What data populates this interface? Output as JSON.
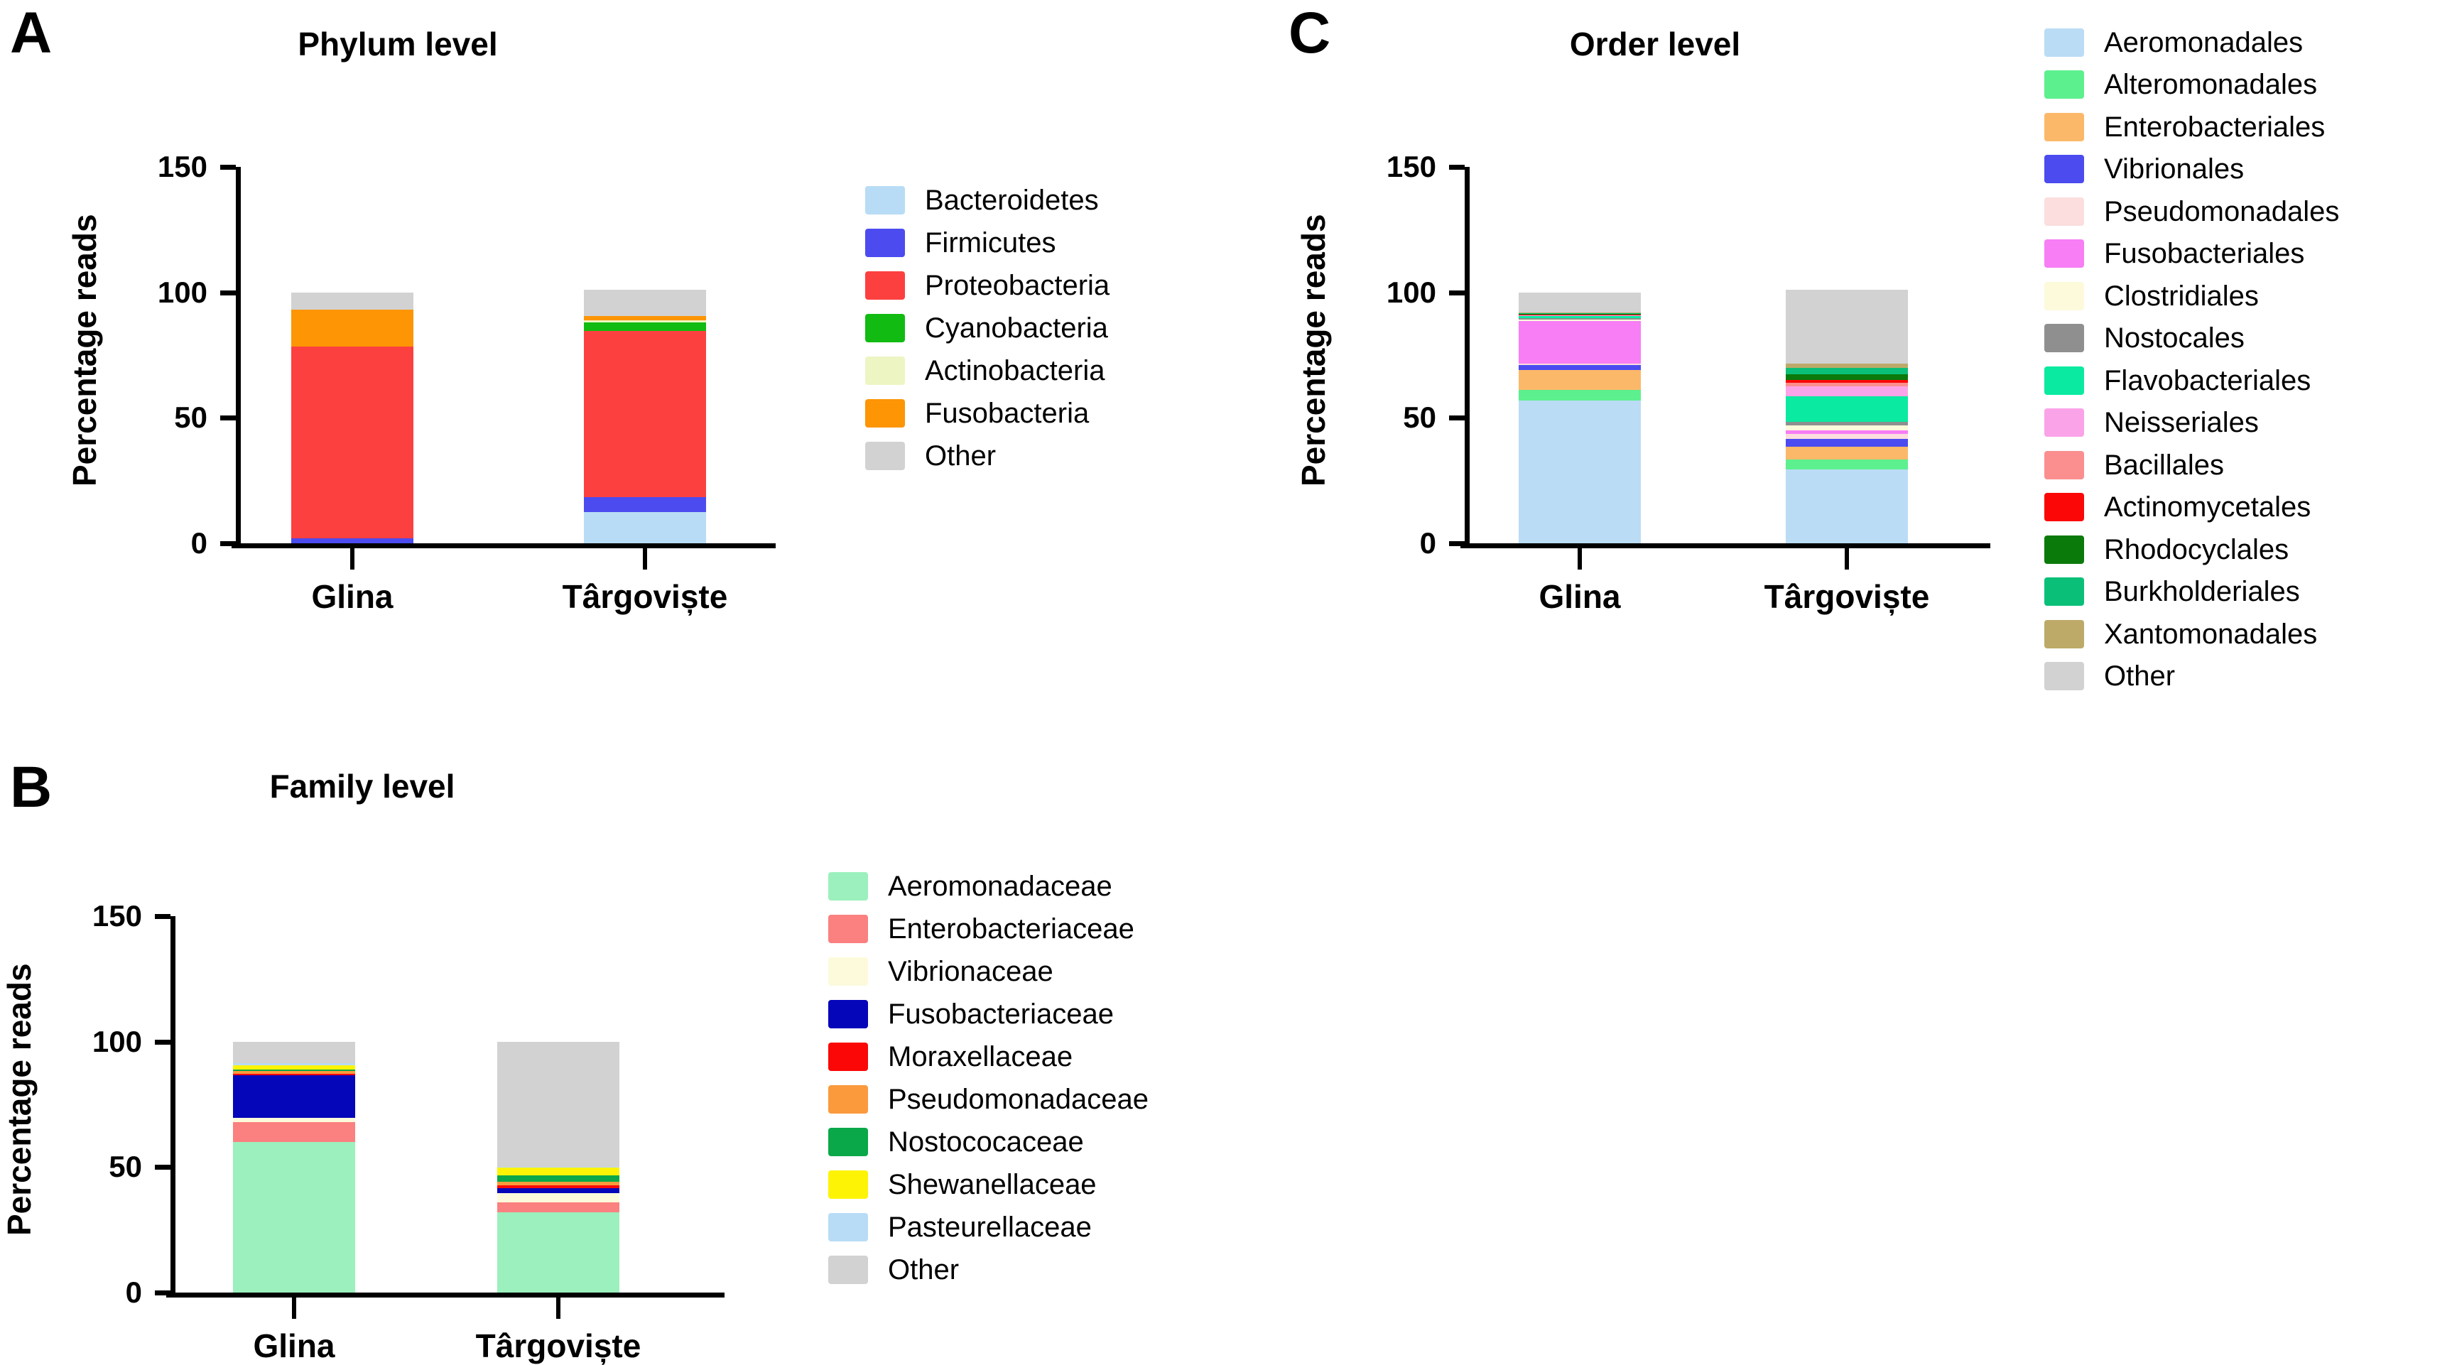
{
  "figure": {
    "axis_label": "Percentage reads",
    "categories": [
      "Glina",
      "Târgoviște"
    ],
    "y_ticks": [
      "0",
      "50",
      "100",
      "150"
    ],
    "ylim": [
      0,
      150
    ]
  },
  "panels": [
    {
      "letter": "A",
      "title": "Phylum level",
      "legend": [
        {
          "label": "Bacteroidetes",
          "color": "#b8dcf5"
        },
        {
          "label": "Firmicutes",
          "color": "#4b4bf0"
        },
        {
          "label": "Proteobacteria",
          "color": "#fc4040"
        },
        {
          "label": "Cyanobacteria",
          "color": "#11bb11"
        },
        {
          "label": "Actinobacteria",
          "color": "#edf5c2"
        },
        {
          "label": "Fusobacteria",
          "color": "#fd9504"
        },
        {
          "label": "Other",
          "color": "#d2d2d2"
        }
      ]
    },
    {
      "letter": "B",
      "title": "Family level",
      "legend": [
        {
          "label": "Aeromonadaceae",
          "color": "#9cf0bd"
        },
        {
          "label": "Enterobacteriaceae",
          "color": "#fb8080"
        },
        {
          "label": "Vibrionaceae",
          "color": "#fcfadb"
        },
        {
          "label": "Fusobacteriaceae",
          "color": "#0505ba"
        },
        {
          "label": "Moraxellaceae",
          "color": "#fb0707"
        },
        {
          "label": "Pseudomonadaceae",
          "color": "#fb9a3c"
        },
        {
          "label": "Nostococaceae",
          "color": "#0aa848"
        },
        {
          "label": "Shewanellaceae",
          "color": "#fcf404"
        },
        {
          "label": "Pasteurellaceae",
          "color": "#b8dcf5"
        },
        {
          "label": "Other",
          "color": "#d2d2d2"
        }
      ]
    },
    {
      "letter": "C",
      "title": "Order level",
      "legend": [
        {
          "label": "Aeromonadales",
          "color": "#bbdcf5"
        },
        {
          "label": "Alteromonadales",
          "color": "#5cf08f"
        },
        {
          "label": "Enterobacteriales",
          "color": "#fcb869"
        },
        {
          "label": "Vibrionales",
          "color": "#4b4bf0"
        },
        {
          "label": "Pseudomonadales",
          "color": "#fcdede"
        },
        {
          "label": "Fusobacteriales",
          "color": "#f77ef5"
        },
        {
          "label": "Clostridiales",
          "color": "#fcfadb"
        },
        {
          "label": "Nostocales",
          "color": "#8f8f8f"
        },
        {
          "label": "Flavobacteriales",
          "color": "#0aeaa0"
        },
        {
          "label": "Neisseriales",
          "color": "#fba3e8"
        },
        {
          "label": "Bacillales",
          "color": "#fb8f8f"
        },
        {
          "label": "Actinomycetales",
          "color": "#fb0707"
        },
        {
          "label": "Rhodocyclales",
          "color": "#0a7a0a"
        },
        {
          "label": "Burkholderiales",
          "color": "#0ac078"
        },
        {
          "label": "Xantomonadales",
          "color": "#bdaa69"
        },
        {
          "label": "Other",
          "color": "#d2d2d2"
        }
      ]
    }
  ],
  "chart_data": [
    {
      "type": "bar",
      "title": "Phylum level",
      "xlabel": "",
      "ylabel": "Percentage reads",
      "ylim": [
        0,
        150
      ],
      "yticks": [
        0,
        50,
        100,
        150
      ],
      "stacked": true,
      "categories": [
        "Glina",
        "Târgoviște"
      ],
      "series": [
        {
          "name": "Bacteroidetes",
          "color": "#b8dcf5",
          "values": [
            0.0,
            12.5
          ]
        },
        {
          "name": "Firmicutes",
          "color": "#4b4bf0",
          "values": [
            2.0,
            6.0
          ]
        },
        {
          "name": "Proteobacteria",
          "color": "#fc4040",
          "values": [
            76.5,
            66.0
          ]
        },
        {
          "name": "Cyanobacteria",
          "color": "#11bb11",
          "values": [
            0.0,
            3.5
          ]
        },
        {
          "name": "Actinobacteria",
          "color": "#edf5c2",
          "values": [
            0.0,
            1.0
          ]
        },
        {
          "name": "Fusobacteria",
          "color": "#fd9504",
          "values": [
            14.5,
            1.5
          ]
        },
        {
          "name": "Other",
          "color": "#d2d2d2",
          "values": [
            7.0,
            10.5
          ]
        }
      ],
      "totals": [
        100,
        101
      ]
    },
    {
      "type": "bar",
      "title": "Family level",
      "xlabel": "",
      "ylabel": "Percentage reads",
      "ylim": [
        0,
        150
      ],
      "yticks": [
        0,
        50,
        100,
        150
      ],
      "stacked": true,
      "categories": [
        "Glina",
        "Târgoviște"
      ],
      "series": [
        {
          "name": "Aeromonadaceae",
          "color": "#9cf0bd",
          "values": [
            60.0,
            32.0
          ]
        },
        {
          "name": "Enterobacteriaceae",
          "color": "#fb8080",
          "values": [
            8.0,
            4.0
          ]
        },
        {
          "name": "Vibrionaceae",
          "color": "#fcfadb",
          "values": [
            1.5,
            3.5
          ]
        },
        {
          "name": "Fusobacteriaceae",
          "color": "#0505ba",
          "values": [
            17.0,
            2.0
          ]
        },
        {
          "name": "Moraxellaceae",
          "color": "#fb0707",
          "values": [
            0.8,
            1.2
          ]
        },
        {
          "name": "Pseudomonadaceae",
          "color": "#fb9a3c",
          "values": [
            1.0,
            1.5
          ]
        },
        {
          "name": "Nostococaceae",
          "color": "#0aa848",
          "values": [
            0.5,
            2.5
          ]
        },
        {
          "name": "Shewanellaceae",
          "color": "#fcf404",
          "values": [
            1.7,
            3.0
          ]
        },
        {
          "name": "Pasteurellaceae",
          "color": "#b8dcf5",
          "values": [
            1.0,
            0.3
          ]
        },
        {
          "name": "Other",
          "color": "#d2d2d2",
          "values": [
            8.5,
            50.0
          ]
        }
      ],
      "totals": [
        100,
        100
      ]
    },
    {
      "type": "bar",
      "title": "Order level",
      "xlabel": "",
      "ylabel": "Percentage reads",
      "ylim": [
        0,
        150
      ],
      "yticks": [
        0,
        50,
        100,
        150
      ],
      "stacked": true,
      "categories": [
        "Glina",
        "Târgoviște"
      ],
      "series": [
        {
          "name": "Aeromonadales",
          "color": "#bbdcf5",
          "values": [
            57.0,
            29.5
          ]
        },
        {
          "name": "Alteromonadales",
          "color": "#5cf08f",
          "values": [
            4.0,
            4.0
          ]
        },
        {
          "name": "Enterobacteriales",
          "color": "#fcb869",
          "values": [
            8.0,
            5.0
          ]
        },
        {
          "name": "Vibrionales",
          "color": "#4b4bf0",
          "values": [
            2.0,
            3.0
          ]
        },
        {
          "name": "Pseudomonadales",
          "color": "#fcdede",
          "values": [
            0.7,
            2.0
          ]
        },
        {
          "name": "Fusobacteriales",
          "color": "#f77ef5",
          "values": [
            17.0,
            1.5
          ]
        },
        {
          "name": "Clostridiales",
          "color": "#fcfadb",
          "values": [
            0.6,
            2.0
          ]
        },
        {
          "name": "Nostocales",
          "color": "#8f8f8f",
          "values": [
            0.4,
            1.5
          ]
        },
        {
          "name": "Flavobacteriales",
          "color": "#0aeaa0",
          "values": [
            0.8,
            10.0
          ]
        },
        {
          "name": "Neisseriales",
          "color": "#fba3e8",
          "values": [
            0.3,
            4.0
          ]
        },
        {
          "name": "Bacillales",
          "color": "#fb8f8f",
          "values": [
            0.2,
            1.5
          ]
        },
        {
          "name": "Actinomycetales",
          "color": "#fb0707",
          "values": [
            0.3,
            1.0
          ]
        },
        {
          "name": "Rhodocyclales",
          "color": "#0a7a0a",
          "values": [
            0.2,
            2.5
          ]
        },
        {
          "name": "Burkholderiales",
          "color": "#0ac078",
          "values": [
            0.3,
            2.5
          ]
        },
        {
          "name": "Xantomonadales",
          "color": "#bdaa69",
          "values": [
            0.2,
            1.5
          ]
        },
        {
          "name": "Other",
          "color": "#d2d2d2",
          "values": [
            8.0,
            29.5
          ]
        }
      ],
      "totals": [
        100,
        101
      ]
    }
  ]
}
